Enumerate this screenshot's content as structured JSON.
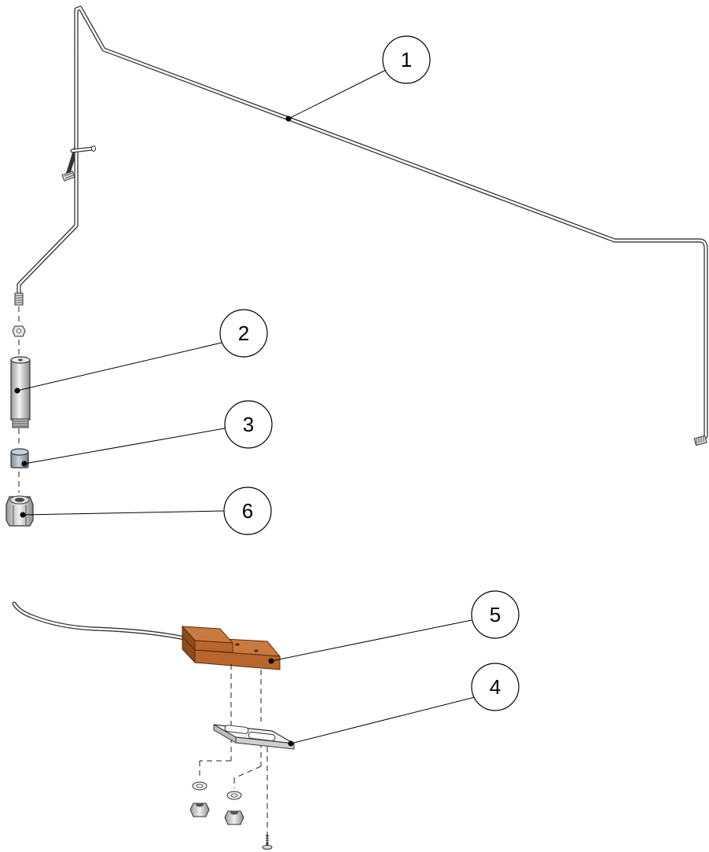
{
  "callouts": [
    {
      "id": "1",
      "label": "1"
    },
    {
      "id": "2",
      "label": "2"
    },
    {
      "id": "3",
      "label": "3"
    },
    {
      "id": "6",
      "label": "6"
    },
    {
      "id": "5",
      "label": "5"
    },
    {
      "id": "4",
      "label": "4"
    }
  ],
  "colors": {
    "block": "#b8662b",
    "block_top": "#c97a3e",
    "block_side": "#8e4a1a",
    "metal": "#d8d8d8",
    "ferrule": "#a9b7c4"
  }
}
